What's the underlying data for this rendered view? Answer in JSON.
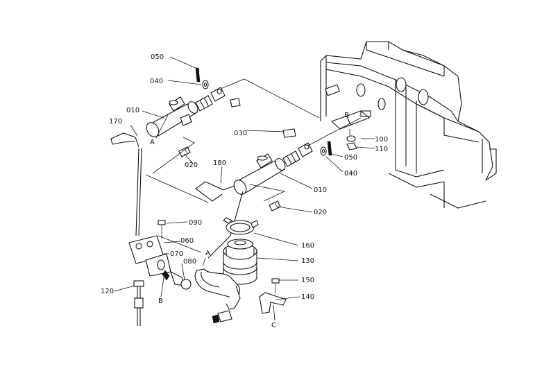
{
  "labels": {
    "p050a": "050",
    "p040a": "040",
    "p010a": "010",
    "p170": "170",
    "p020a": "020",
    "p030": "030",
    "p100": "100",
    "p110": "110",
    "p050b": "050",
    "p040b": "040",
    "p180": "180",
    "p010b": "010",
    "p020b": "020",
    "p090": "090",
    "p060": "060",
    "p070": "070",
    "p080": "080",
    "p160": "160",
    "p130": "130",
    "p150": "150",
    "p140": "140",
    "p120": "120"
  },
  "letters": {
    "a1": "A",
    "a2": "A",
    "b1": "B",
    "b2": "B",
    "c1": "C"
  }
}
